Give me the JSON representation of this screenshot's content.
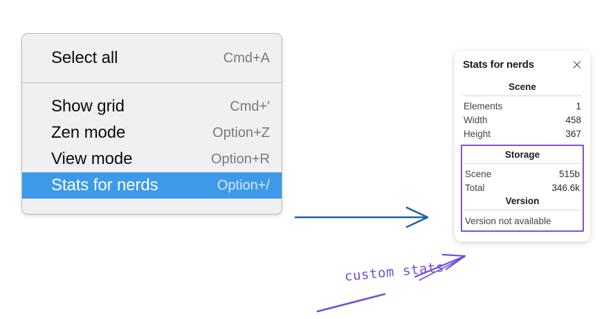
{
  "context_menu": {
    "groups": [
      {
        "items": [
          {
            "label": "Select all",
            "shortcut": "Cmd+A",
            "selected": false
          }
        ]
      },
      {
        "items": [
          {
            "label": "Show grid",
            "shortcut": "Cmd+'",
            "selected": false
          },
          {
            "label": "Zen mode",
            "shortcut": "Option+Z",
            "selected": false
          },
          {
            "label": "View mode",
            "shortcut": "Option+R",
            "selected": false
          },
          {
            "label": "Stats for nerds",
            "shortcut": "Option+/",
            "selected": true
          }
        ]
      }
    ]
  },
  "stats_panel": {
    "title": "Stats for nerds",
    "close_icon": "close-icon",
    "scene": {
      "heading": "Scene",
      "rows": [
        {
          "label": "Elements",
          "value": "1"
        },
        {
          "label": "Width",
          "value": "458"
        },
        {
          "label": "Height",
          "value": "367"
        }
      ]
    },
    "storage": {
      "heading": "Storage",
      "rows": [
        {
          "label": "Scene",
          "value": "515b"
        },
        {
          "label": "Total",
          "value": "346.6k"
        }
      ]
    },
    "version": {
      "heading": "Version",
      "text": "Version not available"
    }
  },
  "annotations": {
    "handwritten_note": "custom stats",
    "blue_arrow": "arrow-right-icon",
    "purple_arrow": "arrow-pointer-icon"
  },
  "colors": {
    "menu_background": "#f0f0f2",
    "menu_selected": "#3d9ae8",
    "highlight_box": "#7b52d6",
    "blue_arrow": "#1f5fa6",
    "handwriting": "#6f4fd8"
  }
}
